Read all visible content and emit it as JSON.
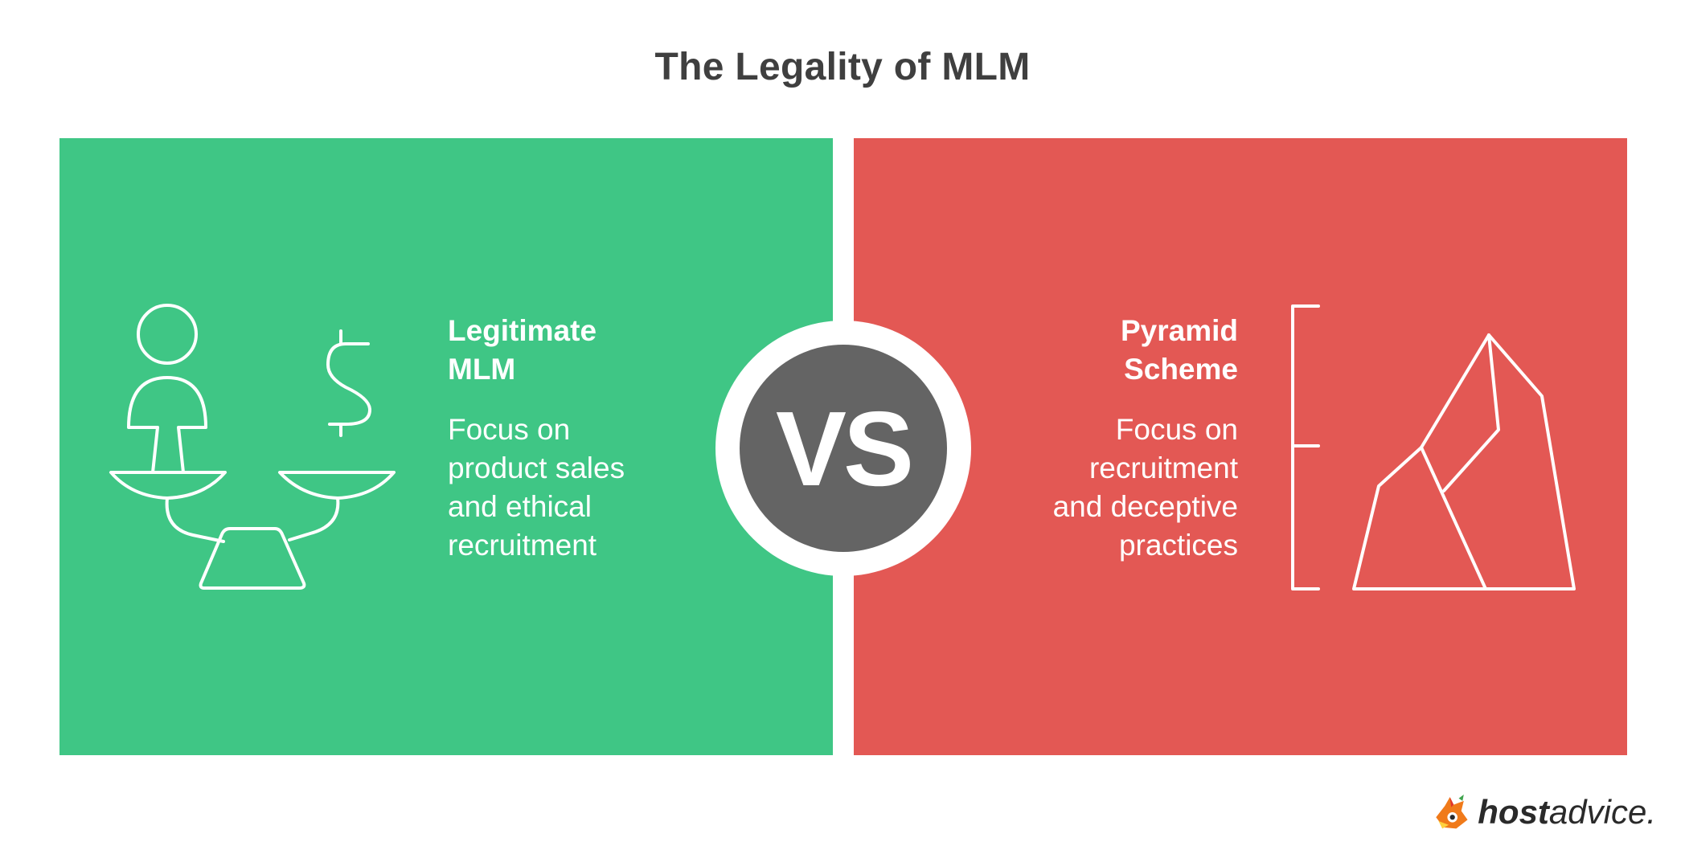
{
  "title": "The Legality of MLM",
  "left": {
    "heading_lines": [
      "Legitimate",
      "MLM"
    ],
    "body_lines": [
      "Focus on",
      "product sales",
      "and ethical",
      "recruitment"
    ],
    "color": "#3fc685",
    "icon": "balance-scale-person-dollar-icon"
  },
  "right": {
    "heading_lines": [
      "Pyramid",
      "Scheme"
    ],
    "body_lines": [
      "Focus on",
      "recruitment",
      "and deceptive",
      "practices"
    ],
    "color": "#e35854",
    "icon": "rock-mountain-icon"
  },
  "vs": {
    "label": "VS",
    "color": "#646464"
  },
  "logo": {
    "brand_bold": "host",
    "brand_light": "advice",
    "suffix": "."
  }
}
